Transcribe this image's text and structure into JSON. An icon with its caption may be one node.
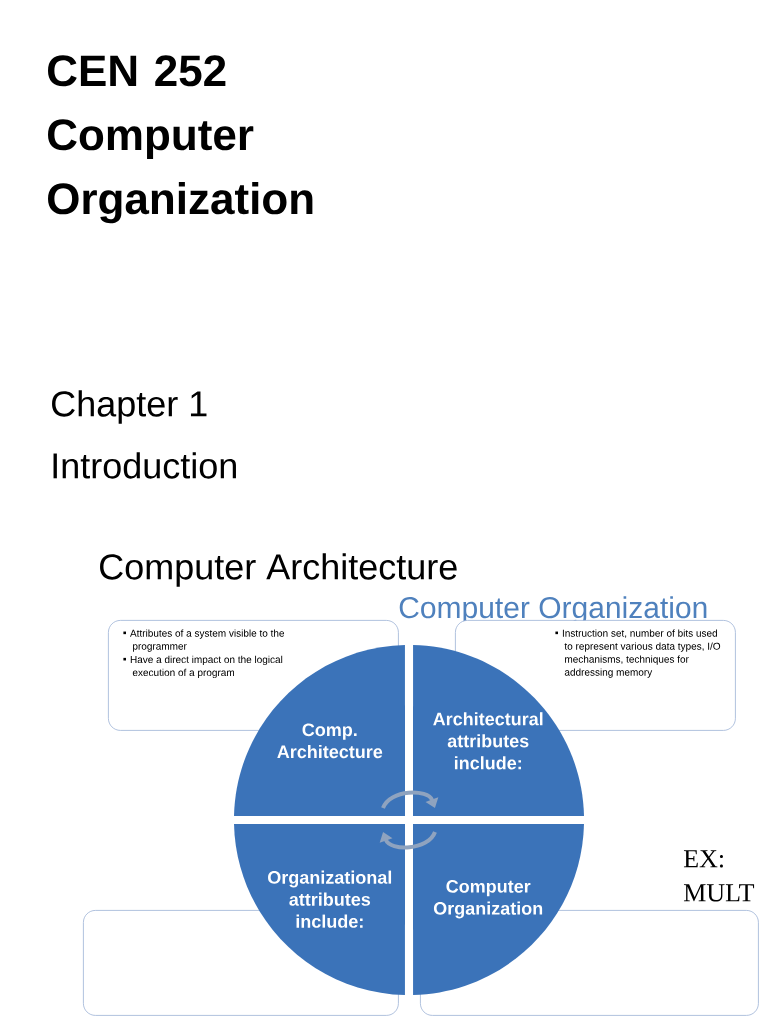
{
  "diagram": {
    "title": "CEN 252 Computer Organization",
    "nodes": [
      {
        "text": [
          "Attributes of a system visible to the programmer",
          "Have a direct impact on the logical execution of a program"
        ]
      },
      {
        "text": [
          "Instruction set, number of bits used to represent various data types,   I/O mechanisms, techniques for addressing memory"
        ]
      },
      {
        "text": [
          "Comp. Architecture"
        ]
      },
      {
        "text": [
          "Architectural attributes include:"
        ]
      },
      {
        "text": [
          "Organizational attributes include:"
        ]
      },
      {
        "text": [
          "Computer Organization"
        ]
      },
      {
        "text": [],
        "shape": "box"
      },
      {
        "text": [],
        "shape": "box"
      }
    ],
    "edges": [
      {
        "from": 2,
        "to": 3,
        "arrow": "to"
      },
      {
        "from": 5,
        "to": 4,
        "arrow": "to"
      }
    ],
    "labels": [
      "Chapter 1",
      "Introduction",
      "Computer Architecture",
      "Computer Organization",
      "EX: MULT"
    ]
  }
}
